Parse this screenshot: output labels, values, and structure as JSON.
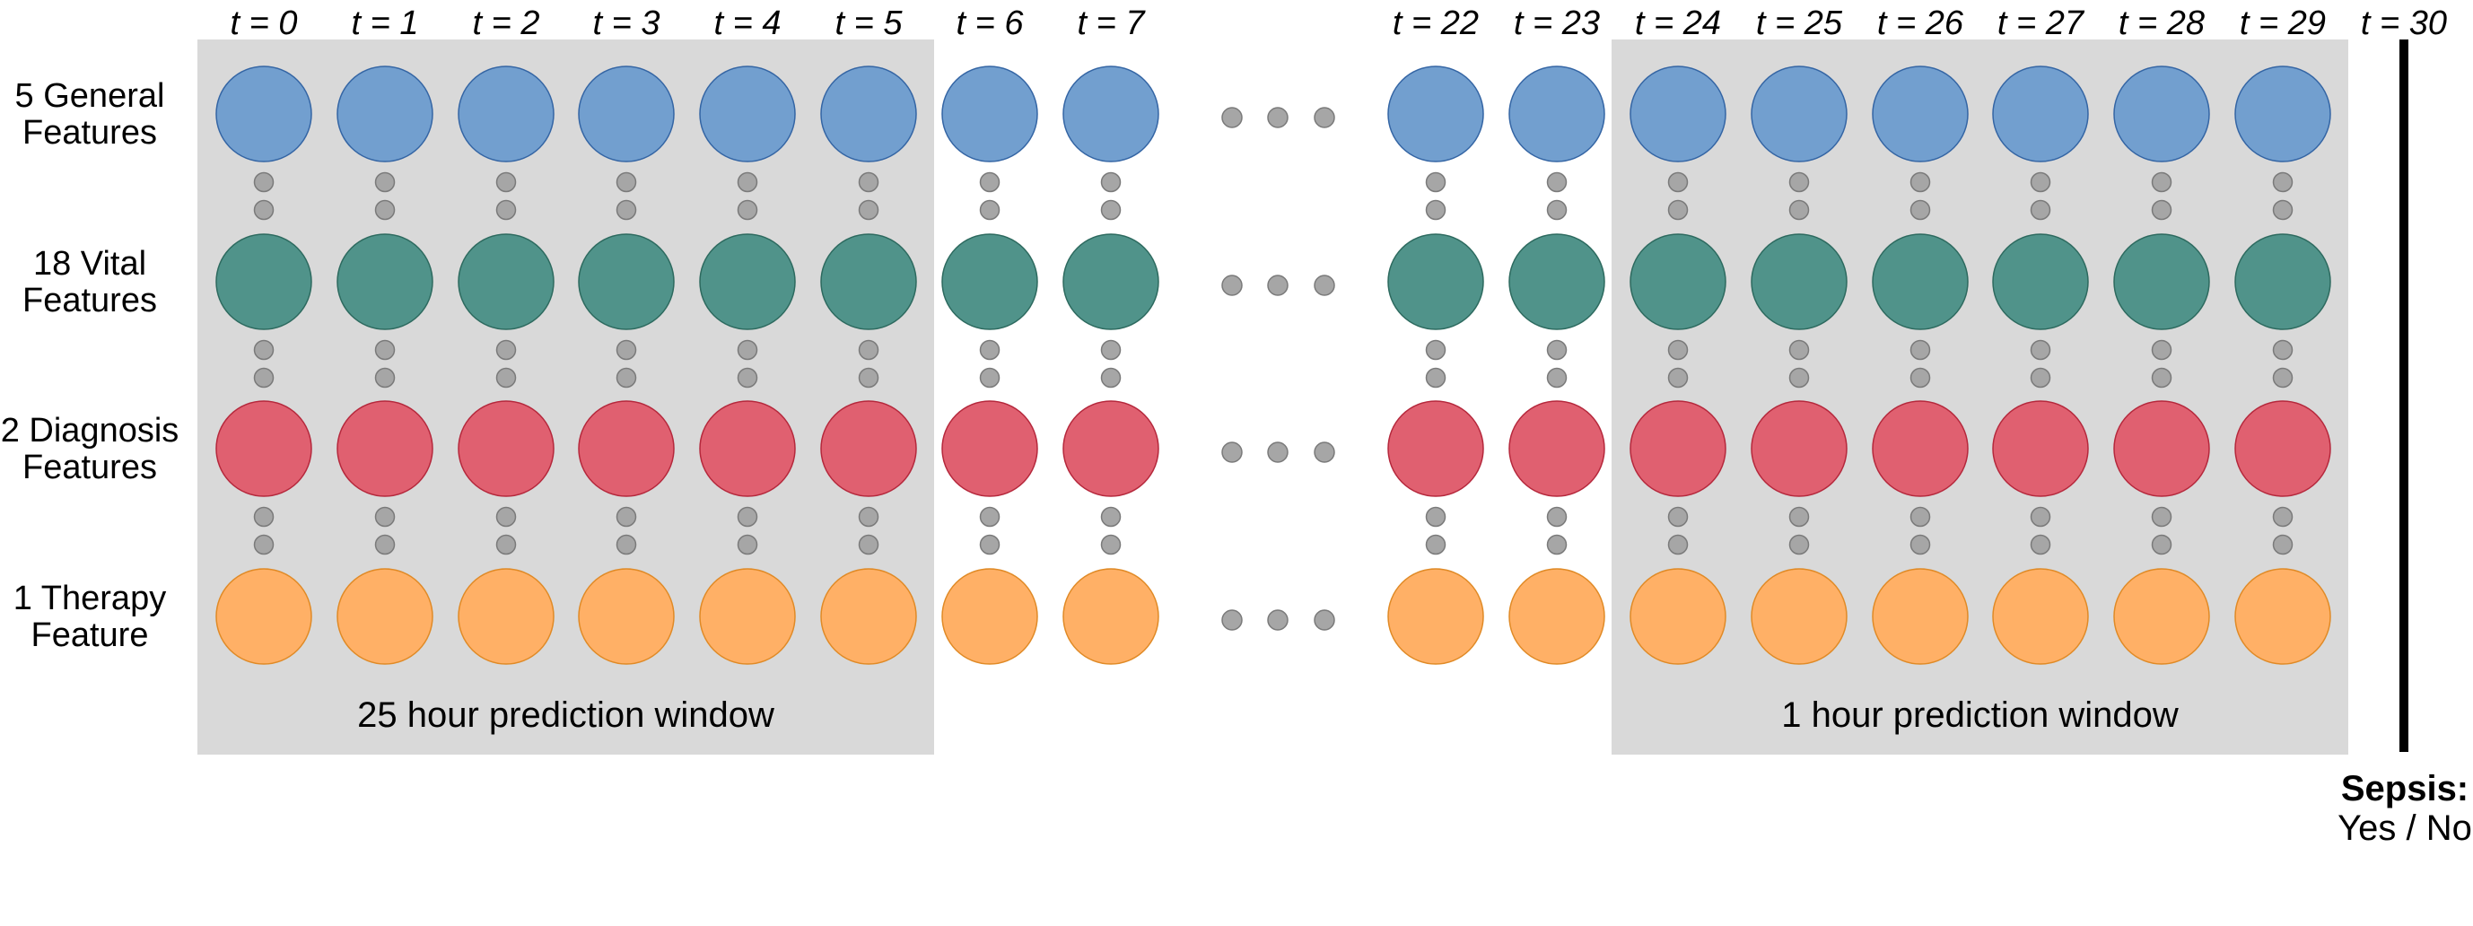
{
  "time_steps": [
    {
      "label": "t = 0"
    },
    {
      "label": "t = 1"
    },
    {
      "label": "t = 2"
    },
    {
      "label": "t = 3"
    },
    {
      "label": "t = 4"
    },
    {
      "label": "t = 5"
    },
    {
      "label": "t = 6"
    },
    {
      "label": "t = 7"
    },
    {
      "label": "t = 22"
    },
    {
      "label": "t = 23"
    },
    {
      "label": "t = 24"
    },
    {
      "label": "t = 25"
    },
    {
      "label": "t = 26"
    },
    {
      "label": "t = 27"
    },
    {
      "label": "t = 28"
    },
    {
      "label": "t = 29"
    }
  ],
  "final_time": {
    "label": "t = 30"
  },
  "feature_groups": [
    {
      "label_lines": [
        "5 General",
        "Features"
      ],
      "fill": "#729fcf",
      "stroke": "#3465a4"
    },
    {
      "label_lines": [
        "18 Vital",
        "Features"
      ],
      "fill": "#50938a",
      "stroke": "#2d6a5f"
    },
    {
      "label_lines": [
        "2 Diagnosis",
        "Features"
      ],
      "fill": "#e06070",
      "stroke": "#b5283c"
    },
    {
      "label_lines": [
        "1 Therapy",
        "Feature"
      ],
      "fill": "#ffb066",
      "stroke": "#e08a26"
    }
  ],
  "windows": [
    {
      "label": "25 hour prediction window",
      "start_step": 0,
      "end_step": 5
    },
    {
      "label": "1 hour prediction window",
      "start_step": 10,
      "end_step": 15
    }
  ],
  "outcome": {
    "title": "Sepsis:",
    "values": "Yes / No"
  },
  "colors": {
    "window_background": "#d9d9d9",
    "dot_fill": "#a6a6a6",
    "dot_stroke": "#7a7a7a",
    "bar": "#000000"
  }
}
